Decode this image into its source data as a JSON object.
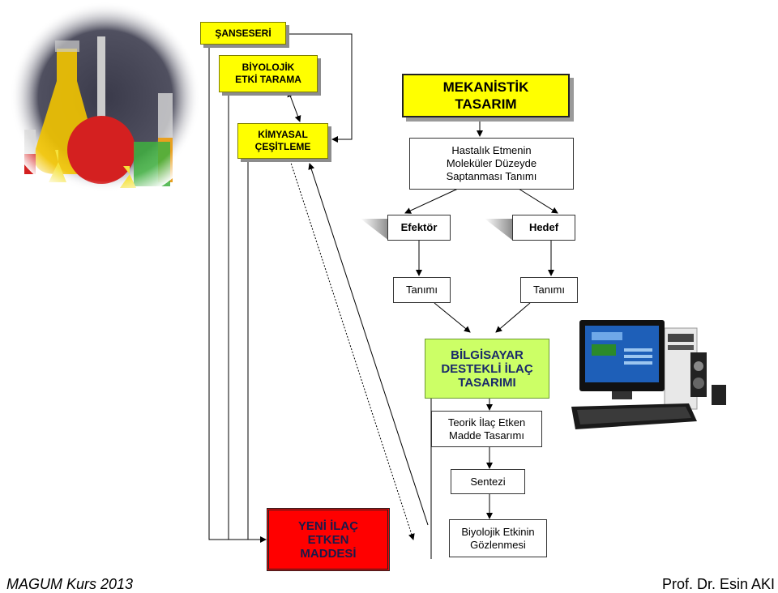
{
  "boxes": {
    "sanseseri": "ŞANSESERİ",
    "biyolojik": "BİYOLOJİK\nETKİ TARAMA",
    "kimyasal": "KİMYASAL\nÇEŞİTLEME",
    "mekanistik": "MEKANİSTİK\nTASARIM",
    "hastalik": "Hastalık Etmenin\nMoleküler Düzeyde\nSaptanması Tanımı",
    "efektor": "Efektör",
    "hedef": "Hedef",
    "tanimi_left": "Tanımı",
    "tanimi_right": "Tanımı",
    "bilgisayar": "BİLGİSAYAR\nDESTEKLİ İLAÇ\nTASARIMI",
    "teorik": "Teorik İlaç Etken\nMadde Tasarımı",
    "sentezi": "Sentezi",
    "yeni": "YENİ  İLAÇ\nETKEN\nMADDESİ",
    "gozlenmesi": "Biyolojik Etkinin\nGözlenmesi"
  },
  "footer": {
    "left": "MAGUM Kurs 2013",
    "right": "Prof. Dr. Esin AKI"
  },
  "illustrations": {
    "lab": "lab-glassware-icon",
    "computer": "desktop-computer-icon"
  },
  "colors": {
    "yellow": "#ffff00",
    "green": "#ccff66",
    "red": "#ff0000"
  }
}
